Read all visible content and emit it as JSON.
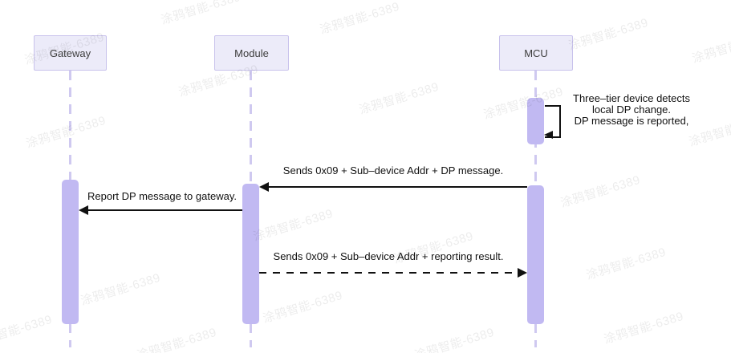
{
  "diagram": {
    "type": "sequence",
    "watermark": {
      "text": "涂鸦智能-6389"
    },
    "actors": [
      {
        "id": "gateway",
        "label": "Gateway"
      },
      {
        "id": "module",
        "label": "Module"
      },
      {
        "id": "mcu",
        "label": "MCU"
      }
    ],
    "messages": [
      {
        "from": "mcu",
        "to": "mcu",
        "style": "self-solid",
        "label_lines": {
          "0": "Three–tier device detects",
          "1": "local DP change.",
          "2": "DP message is reported,"
        }
      },
      {
        "from": "mcu",
        "to": "module",
        "style": "solid",
        "label": "Sends 0x09 + Sub–device Addr + DP message."
      },
      {
        "from": "module",
        "to": "gateway",
        "style": "solid",
        "label": "Report DP message to gateway."
      },
      {
        "from": "module",
        "to": "mcu",
        "style": "dashed",
        "label": "Sends 0x09 + Sub–device Addr + reporting result."
      }
    ],
    "colors": {
      "actor_fill": "#ECEBF9",
      "actor_border": "#C8C2EC",
      "activation_fill": "#C1B9F2",
      "lifeline": "#CFC9F0",
      "arrow": "#111111",
      "background": "#FFFFFF"
    }
  }
}
